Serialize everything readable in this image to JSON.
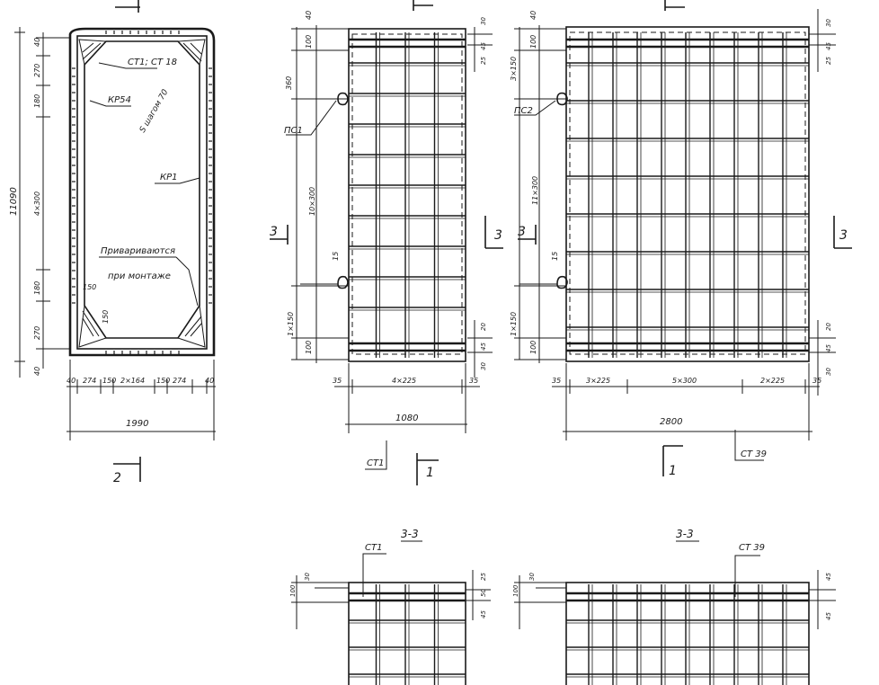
{
  "labels": {
    "st1_st18": "СТ1; СТ 18",
    "kr54": "КР54",
    "shag": "S шагом 70",
    "kr1": "КР1",
    "privarivatsya": "Привариваются",
    "pri_montazhe": "при монтаже",
    "pc1": "ПС1",
    "pc2": "ПС2",
    "st1": "СТ1",
    "st39": "СТ 39",
    "sec_2": "2",
    "sec_1": "1",
    "sec_3": "3",
    "section_33": "3-3"
  },
  "dims": {
    "total_width_left": "1990",
    "total_height_left": "11090",
    "d40": "40",
    "d270": "270",
    "d180": "180",
    "d4x300": "4×300",
    "d150": "150",
    "d2x164": "2×164",
    "d274": "274",
    "d_a_wide": "1990",
    "d35": "35",
    "d4x225": "4×225",
    "d1080": "1080",
    "d2800": "2800",
    "d3x225": "3×225",
    "d5x300": "5×300",
    "d2x225": "2×225",
    "d11x300": "11×300",
    "d10x300": "10×300",
    "d360": "360",
    "d15": "15",
    "d1x150": "1×150",
    "d3x150": "3×150",
    "d100": "100",
    "d30": "30",
    "d50": "50",
    "d25": "25",
    "d45": "45",
    "d20": "20"
  }
}
